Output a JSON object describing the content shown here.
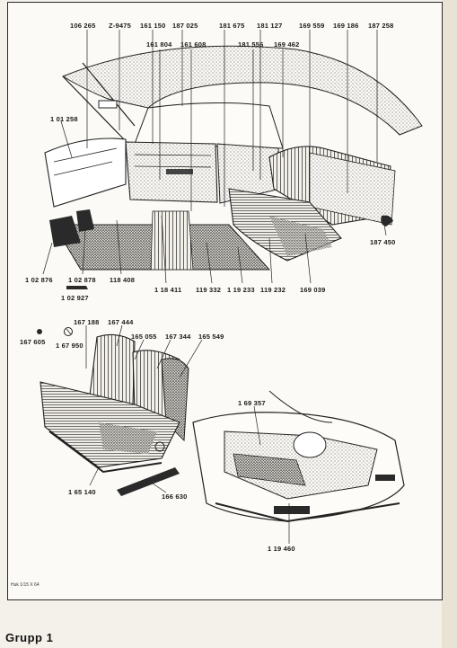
{
  "labels": {
    "l106265": "106 265",
    "z9475": "Z-9475",
    "l161150": "161 150",
    "l187025": "187 025",
    "l181675": "181 675",
    "l181127": "181 127",
    "l169559": "169 559",
    "l169186": "169 186",
    "l187258": "187 258",
    "l161804": "161 804",
    "l161608": "161 608",
    "l181556": "181 556",
    "l169462": "169 462",
    "l101258": "1 01 258",
    "l187450": "187 450",
    "l102876": "1 02 876",
    "l102878": "1 02 878",
    "l118408": "118 408",
    "l102927": "1 02 927",
    "l118411": "1 18 411",
    "l119332": "119 332",
    "l119233": "1 19 233",
    "l119232": "119 232",
    "l169039": "169 039",
    "l167188": "167 188",
    "l167444": "167 444",
    "l167605": "167 605",
    "l165055": "165 055",
    "l167344": "167 344",
    "l165549": "165 549",
    "l167950": "1 67 950",
    "l169357": "1 69 357",
    "l165140": "1 65 140",
    "l166630": "166 630",
    "l119460": "1 19 460"
  },
  "footnote": "Huk 1/15 X 64",
  "group_title": "Grupp 1"
}
